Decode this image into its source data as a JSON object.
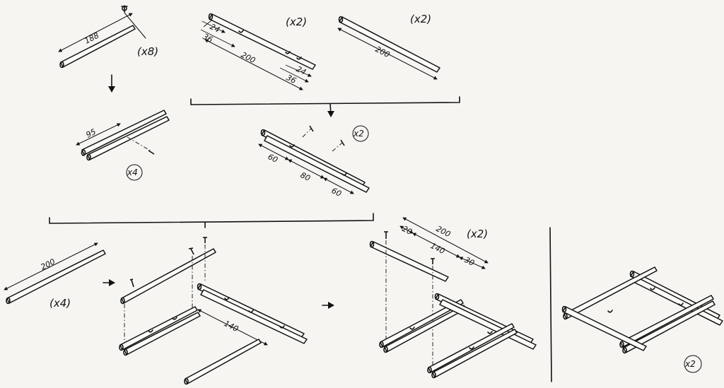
{
  "step_1": {
    "quantity": "(x8)",
    "length": "188"
  },
  "step_1b": {
    "quantity": "x4",
    "length": "95"
  },
  "step_2a": {
    "quantity": "(x2)",
    "dims": [
      "24",
      "36",
      "200",
      "24",
      "36"
    ]
  },
  "step_2b": {
    "quantity": "(x2)",
    "length": "200"
  },
  "step_2c": {
    "quantity": "x2",
    "dims": [
      "60",
      "80",
      "60"
    ]
  },
  "step_3a": {
    "quantity": "(x4)",
    "length": "200"
  },
  "step_3b": {
    "length": "140"
  },
  "step_4": {
    "quantity": "(x2)",
    "dims": [
      "20",
      "200",
      "140",
      "30"
    ]
  },
  "final": {
    "quantity": "x2"
  }
}
